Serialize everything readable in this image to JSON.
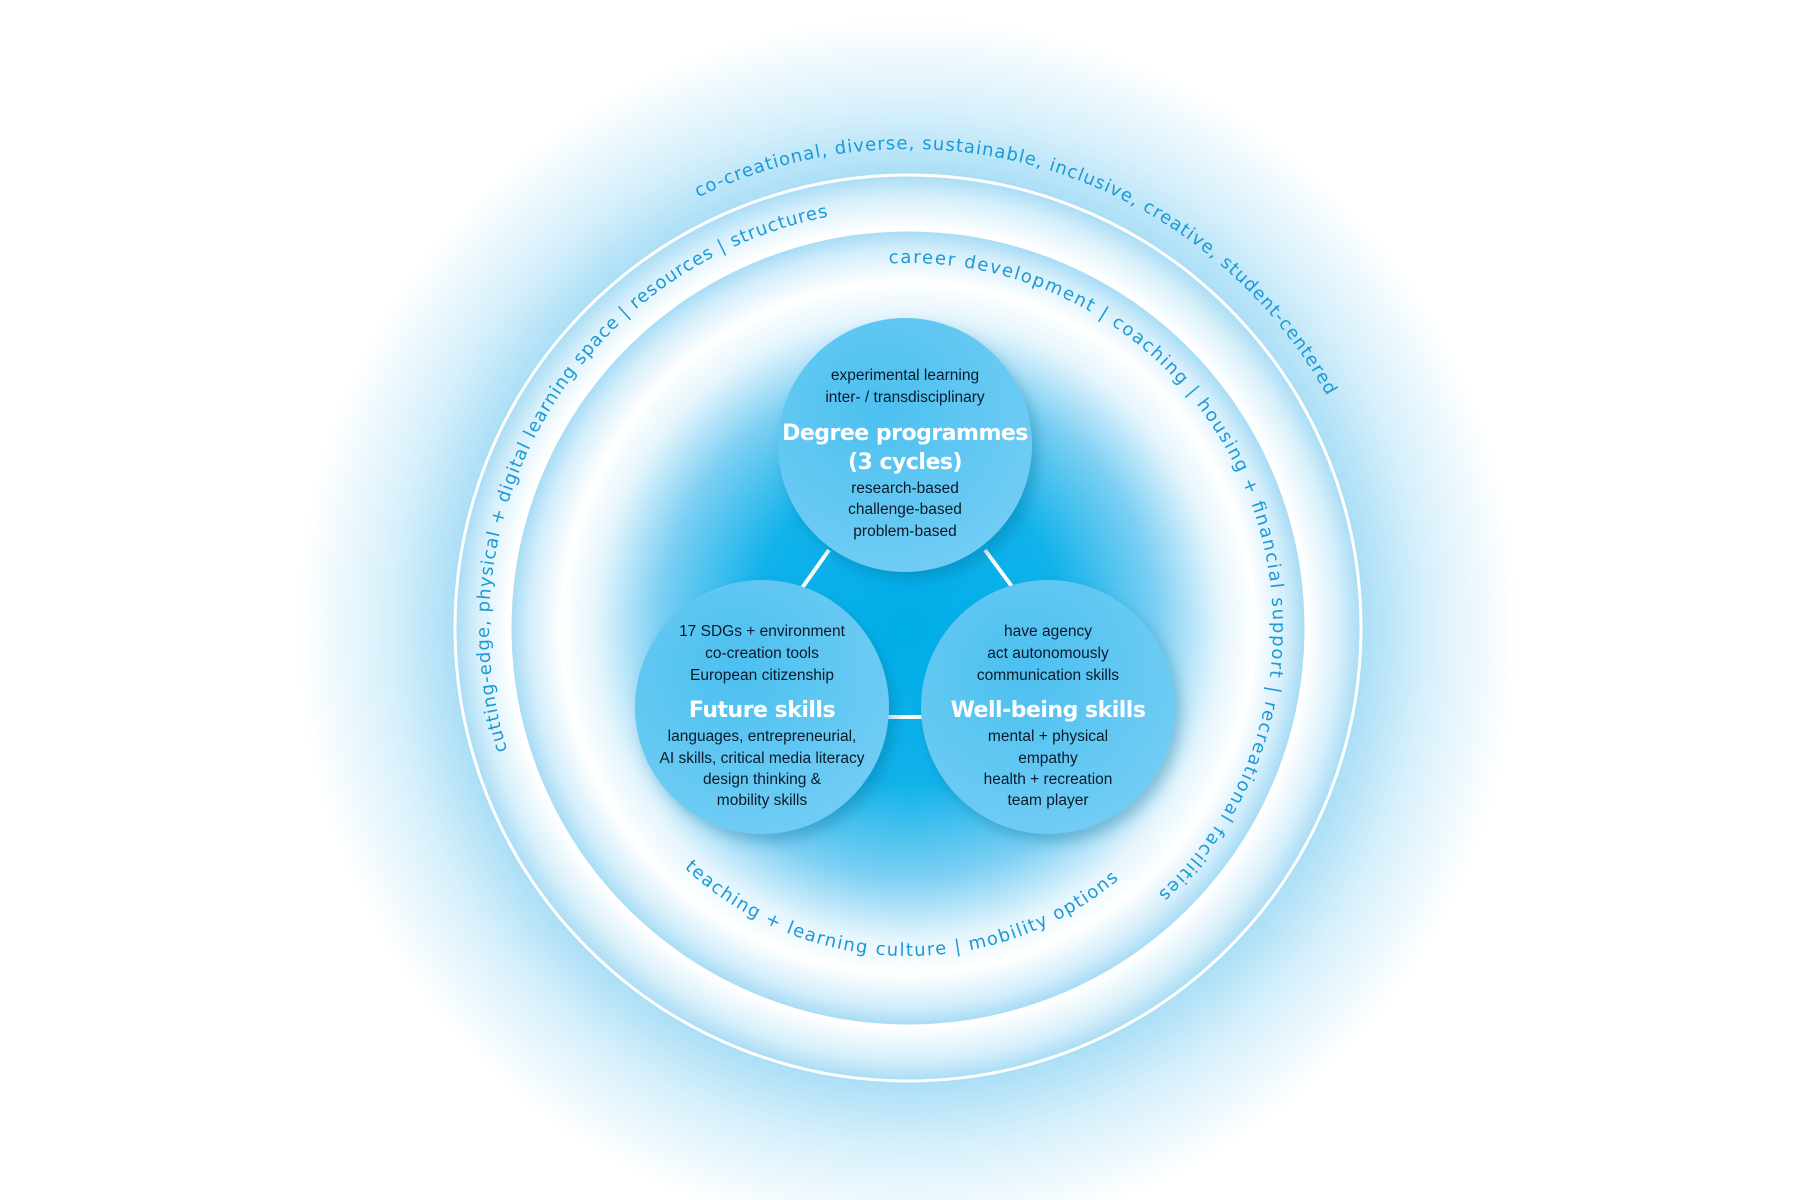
{
  "colors": {
    "ring_text": "#1a9ad6",
    "disk_center": "#00aee8",
    "bubble": "#55c3f1"
  },
  "rings": {
    "outer": "co-creational, diverse, sustainable, inclusive, creative, student-centered",
    "middle": "cutting-edge, physical + digital learning space | resources | structures",
    "inner": "career development | coaching | housing + financial support | recreational facilities",
    "bottom": "teaching + learning culture | mobility options"
  },
  "bubbles": {
    "degree": {
      "above": [
        "experimental learning",
        "inter- / transdisciplinary"
      ],
      "title": [
        "Degree programmes",
        "(3 cycles)"
      ],
      "below": [
        "research-based",
        "challenge-based",
        "problem-based"
      ]
    },
    "future": {
      "above": [
        "17 SDGs + environment",
        "co-creation tools",
        "European citizenship"
      ],
      "title": [
        "Future skills"
      ],
      "below": [
        "languages, entrepreneurial,",
        "AI skills, critical media literacy",
        "design thinking &",
        "mobility skills"
      ]
    },
    "wellbeing": {
      "above": [
        "have agency",
        "act autonomously",
        "communication skills"
      ],
      "title": [
        "Well-being skills"
      ],
      "below": [
        "mental + physical",
        "empathy",
        "health + recreation",
        "team player"
      ]
    }
  }
}
